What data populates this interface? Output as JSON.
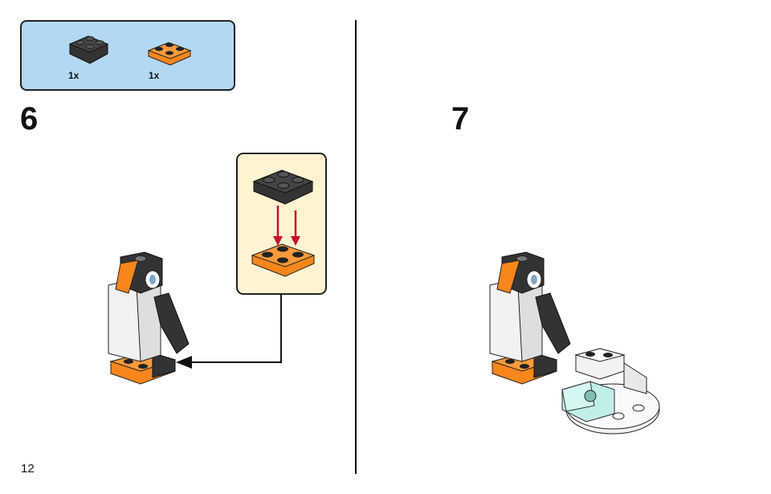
{
  "parts_list": [
    {
      "icon": "black-inverted-slope-brick-2x2",
      "qty": "1x",
      "color": "#333333"
    },
    {
      "icon": "orange-plate-2x2",
      "qty": "1x",
      "color": "#f7861c"
    }
  ],
  "steps": [
    {
      "number": "6"
    },
    {
      "number": "7"
    }
  ],
  "page_number": "12",
  "colors": {
    "parts_box_bg": "#b3d8f3",
    "callout_bg": "#fff3d1",
    "orange": "#f7861c",
    "black_brick": "#333333",
    "white_brick": "#f2f2f2",
    "trans_light_blue": "#bdeee8",
    "arrow_red": "#c8102e"
  }
}
